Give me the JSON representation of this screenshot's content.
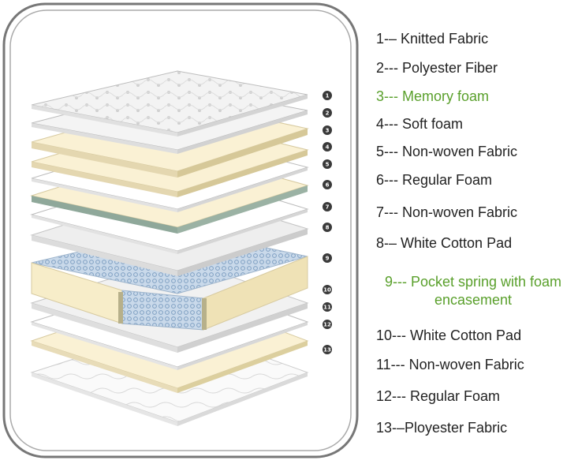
{
  "legend": [
    {
      "text": "1-– Knitted Fabric",
      "color": "#222222"
    },
    {
      "text": "2--- Polyester Fiber",
      "color": "#222222"
    },
    {
      "text": "3--- Memory foam",
      "color": "#5aa02c"
    },
    {
      "text": "4--- Soft foam",
      "color": "#222222"
    },
    {
      "text": "5--- Non-woven Fabric",
      "color": "#222222"
    },
    {
      "text": "6--- Regular Foam",
      "color": "#222222"
    },
    {
      "text": "7--- Non-woven Fabric",
      "color": "#222222"
    },
    {
      "text": "8-– White Cotton Pad",
      "color": "#222222"
    },
    {
      "text": "9--- Pocket spring with foam encasement",
      "color": "#5aa02c"
    },
    {
      "text": "10--- White Cotton Pad",
      "color": "#222222"
    },
    {
      "text": "11--- Non-woven Fabric",
      "color": "#222222"
    },
    {
      "text": "12--- Regular Foam",
      "color": "#222222"
    },
    {
      "text": "13-–Ployester Fabric",
      "color": "#222222"
    }
  ],
  "badges": [
    "1",
    "2",
    "3",
    "4",
    "5",
    "6",
    "7",
    "8",
    "9",
    "10",
    "11",
    "12",
    "13"
  ],
  "colors": {
    "accent_green": "#5aa02c",
    "foam_yellow": "#faf1d4",
    "quilted_white": "#f2f2f2",
    "spring_blue": "#b9cfe4",
    "frame_stroke": "#555555"
  }
}
